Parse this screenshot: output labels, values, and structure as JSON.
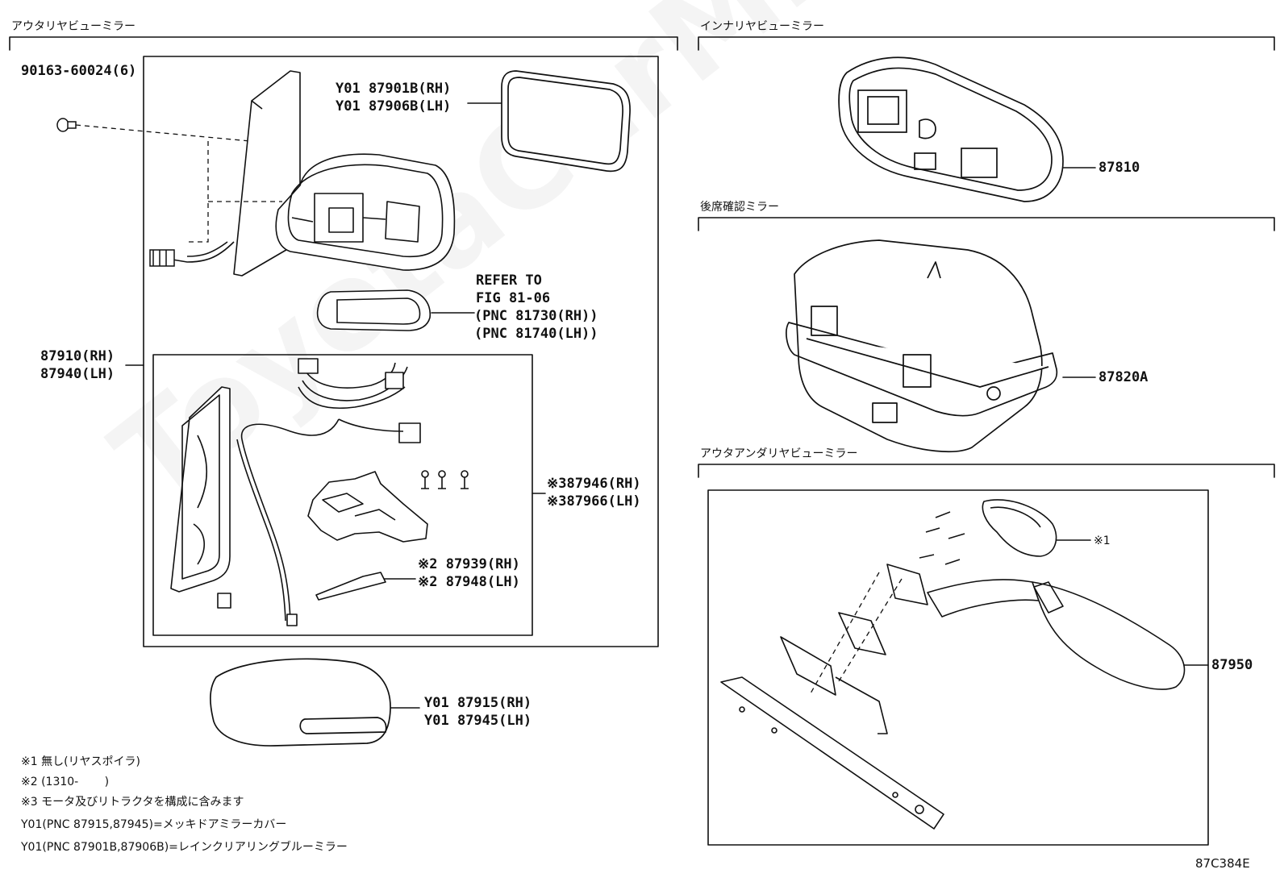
{
  "sections": {
    "outer_mirror": "アウタリヤビューミラー",
    "inner_mirror": "インナリヤビューミラー",
    "rear_seat_mirror": "後席確認ミラー",
    "outer_under_mirror": "アウタアンダリヤビューミラー"
  },
  "labels": {
    "bolt": "90163-60024(6)",
    "mirror_glass_rh": "Y01 87901B(RH)",
    "mirror_glass_lh": "Y01 87906B(LH)",
    "refer_1": "REFER TO",
    "refer_2": "FIG 81-06",
    "refer_3": "(PNC 81730(RH))",
    "refer_4": "(PNC 81740(LH))",
    "assy_rh": "87910(RH)",
    "assy_lh": "87940(LH)",
    "retractor_rh": "※387946(RH)",
    "retractor_lh": "※387966(LH)",
    "wire_rh": "※2 87939(RH)",
    "wire_lh": "※2 87948(LH)",
    "cover_rh": "Y01 87915(RH)",
    "cover_lh": "Y01 87945(LH)",
    "inner_mirror_pn": "87810",
    "rear_seat_mirror_pn": "87820A",
    "under_mirror_cover": "※1",
    "under_mirror_pn": "87950"
  },
  "notes": [
    "※1 無し(リヤスポイラ)",
    "※2 (1310-　　 )",
    "※3 モータ及びリトラクタを構成に含みます",
    "Y01(PNC 87915,87945)=メッキドアミラーカバー",
    "Y01(PNC 87901B,87906B)=レインクリアリングブルーミラー"
  ],
  "figure_code": "87C384E",
  "watermark": "ToyotaCarMine.ru"
}
